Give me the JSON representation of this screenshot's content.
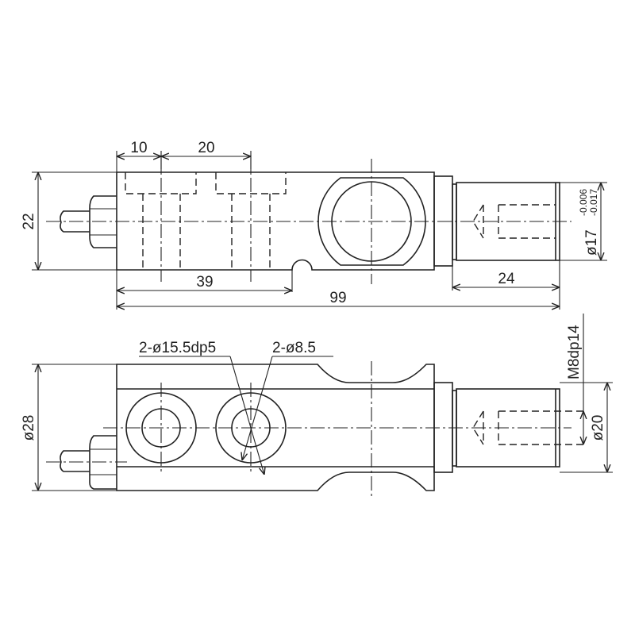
{
  "drawing": {
    "title": "Shear beam load cell dimension drawing",
    "background": "#ffffff",
    "line_color": "#222222"
  },
  "top_view": {
    "dimensions": {
      "hole_offset": "10",
      "hole_pitch": "20",
      "height": "22",
      "notch_position": "39",
      "overall_length": "99",
      "spigot_length": "24",
      "spigot_diameter": "ø17",
      "spigot_tol_upper": "-0.006",
      "spigot_tol_lower": "-0.017"
    }
  },
  "front_view": {
    "dimensions": {
      "counterbore": "2-ø15.5dp5",
      "through_hole": "2-ø8.5",
      "body_diameter": "ø28",
      "thread": "M8dp14",
      "spigot_diameter": "ø20"
    }
  }
}
